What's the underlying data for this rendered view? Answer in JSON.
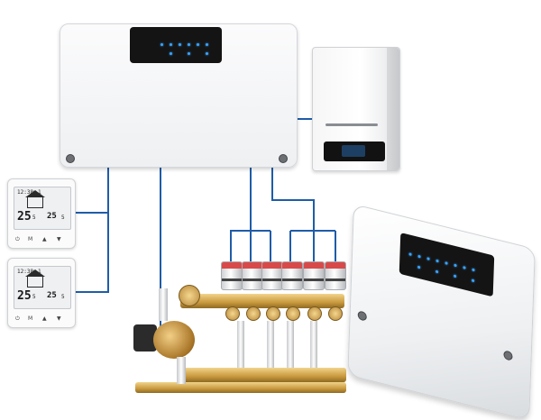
{
  "thermostats": [
    {
      "time": "12:38",
      "day": "1",
      "set_temp": "25",
      "unit_small": "5",
      "current_temp": "25",
      "current_decimal": "5",
      "buttons": [
        "⏻",
        "M",
        "▲",
        "▼"
      ]
    },
    {
      "time": "12:38",
      "day": "1",
      "set_temp": "25",
      "unit_small": "5",
      "current_temp": "25",
      "current_decimal": "5",
      "buttons": [
        "⏻",
        "M",
        "▲",
        "▼"
      ]
    }
  ],
  "boiler": {
    "brand": ""
  },
  "colors": {
    "wire": "#1f5ca8",
    "led": "#3aa4ff",
    "actuator_cap": "#d84a4a",
    "brass": "#c9993d"
  }
}
